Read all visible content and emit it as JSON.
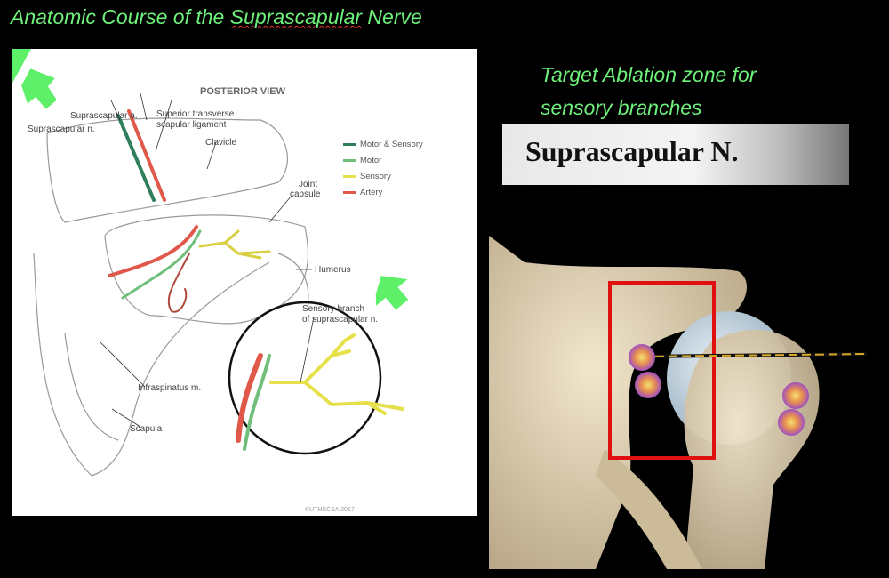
{
  "title": {
    "prefix": "Anatomic Course of the ",
    "underlined": "Suprascapular",
    "suffix": " Nerve"
  },
  "diagram": {
    "heading": "POSTERIOR VIEW",
    "labels": {
      "suprascapular_a": "Suprascapular a.",
      "suprascapular_n": "Suprascapular n.",
      "ligament_1": "Superior transverse",
      "ligament_2": "scapular ligament",
      "clavicle": "Clavicle",
      "joint_1": "Joint",
      "joint_2": "capsule",
      "humerus": "Humerus",
      "sensory_1": "Sensory branch",
      "sensory_2": "of suprascapular n.",
      "infraspinatus": "Infraspinatus m.",
      "scapula": "Scapula"
    },
    "legend": [
      {
        "label": "Motor & Sensory",
        "color": "#2e7d5b"
      },
      {
        "label": "Motor",
        "color": "#6fbf7a"
      },
      {
        "label": "Sensory",
        "color": "#e6e04a"
      },
      {
        "label": "Artery",
        "color": "#e0584a"
      }
    ],
    "copyright": "©UTHSCSA 2017"
  },
  "target": {
    "line1": "Target Ablation zone for",
    "line2": "sensory branches"
  },
  "banner": {
    "text": "Suprascapular N."
  },
  "colors": {
    "title_green": "#6ef07a",
    "arrow_green": "#5ef068",
    "box_red": "#e01010"
  }
}
